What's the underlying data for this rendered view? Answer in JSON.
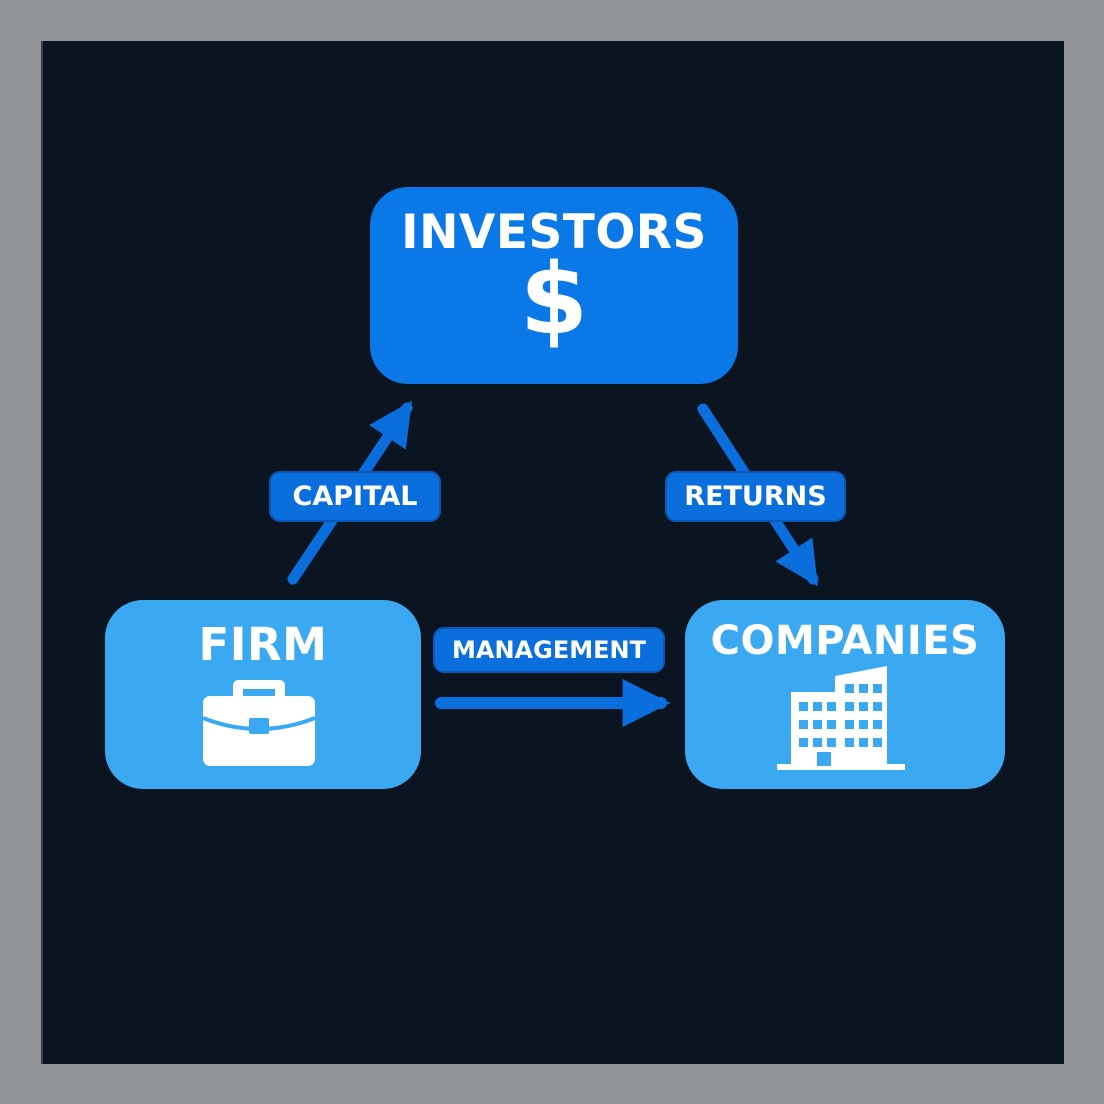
{
  "nodes": {
    "investors": {
      "title": "INVESTORS",
      "symbol": "$",
      "color": "#0a78e6"
    },
    "firm": {
      "title": "FIRM",
      "icon": "briefcase-icon",
      "color": "#3ba8f2"
    },
    "companies": {
      "title": "COMPANIES",
      "icon": "building-icon",
      "color": "#3ba8f2"
    }
  },
  "edges": {
    "capital": {
      "label": "CAPITAL",
      "from": "FIRM",
      "to": "INVESTORS"
    },
    "returns": {
      "label": "RETURNS",
      "from": "INVESTORS",
      "to": "COMPANIES"
    },
    "management": {
      "label": "MANAGEMENT",
      "from": "FIRM",
      "to": "COMPANIES"
    }
  },
  "colors": {
    "background": "#0b1421",
    "frame": "#8f9398",
    "arrow": "#0a6fdc",
    "label_pill": "#0a6fdc"
  }
}
